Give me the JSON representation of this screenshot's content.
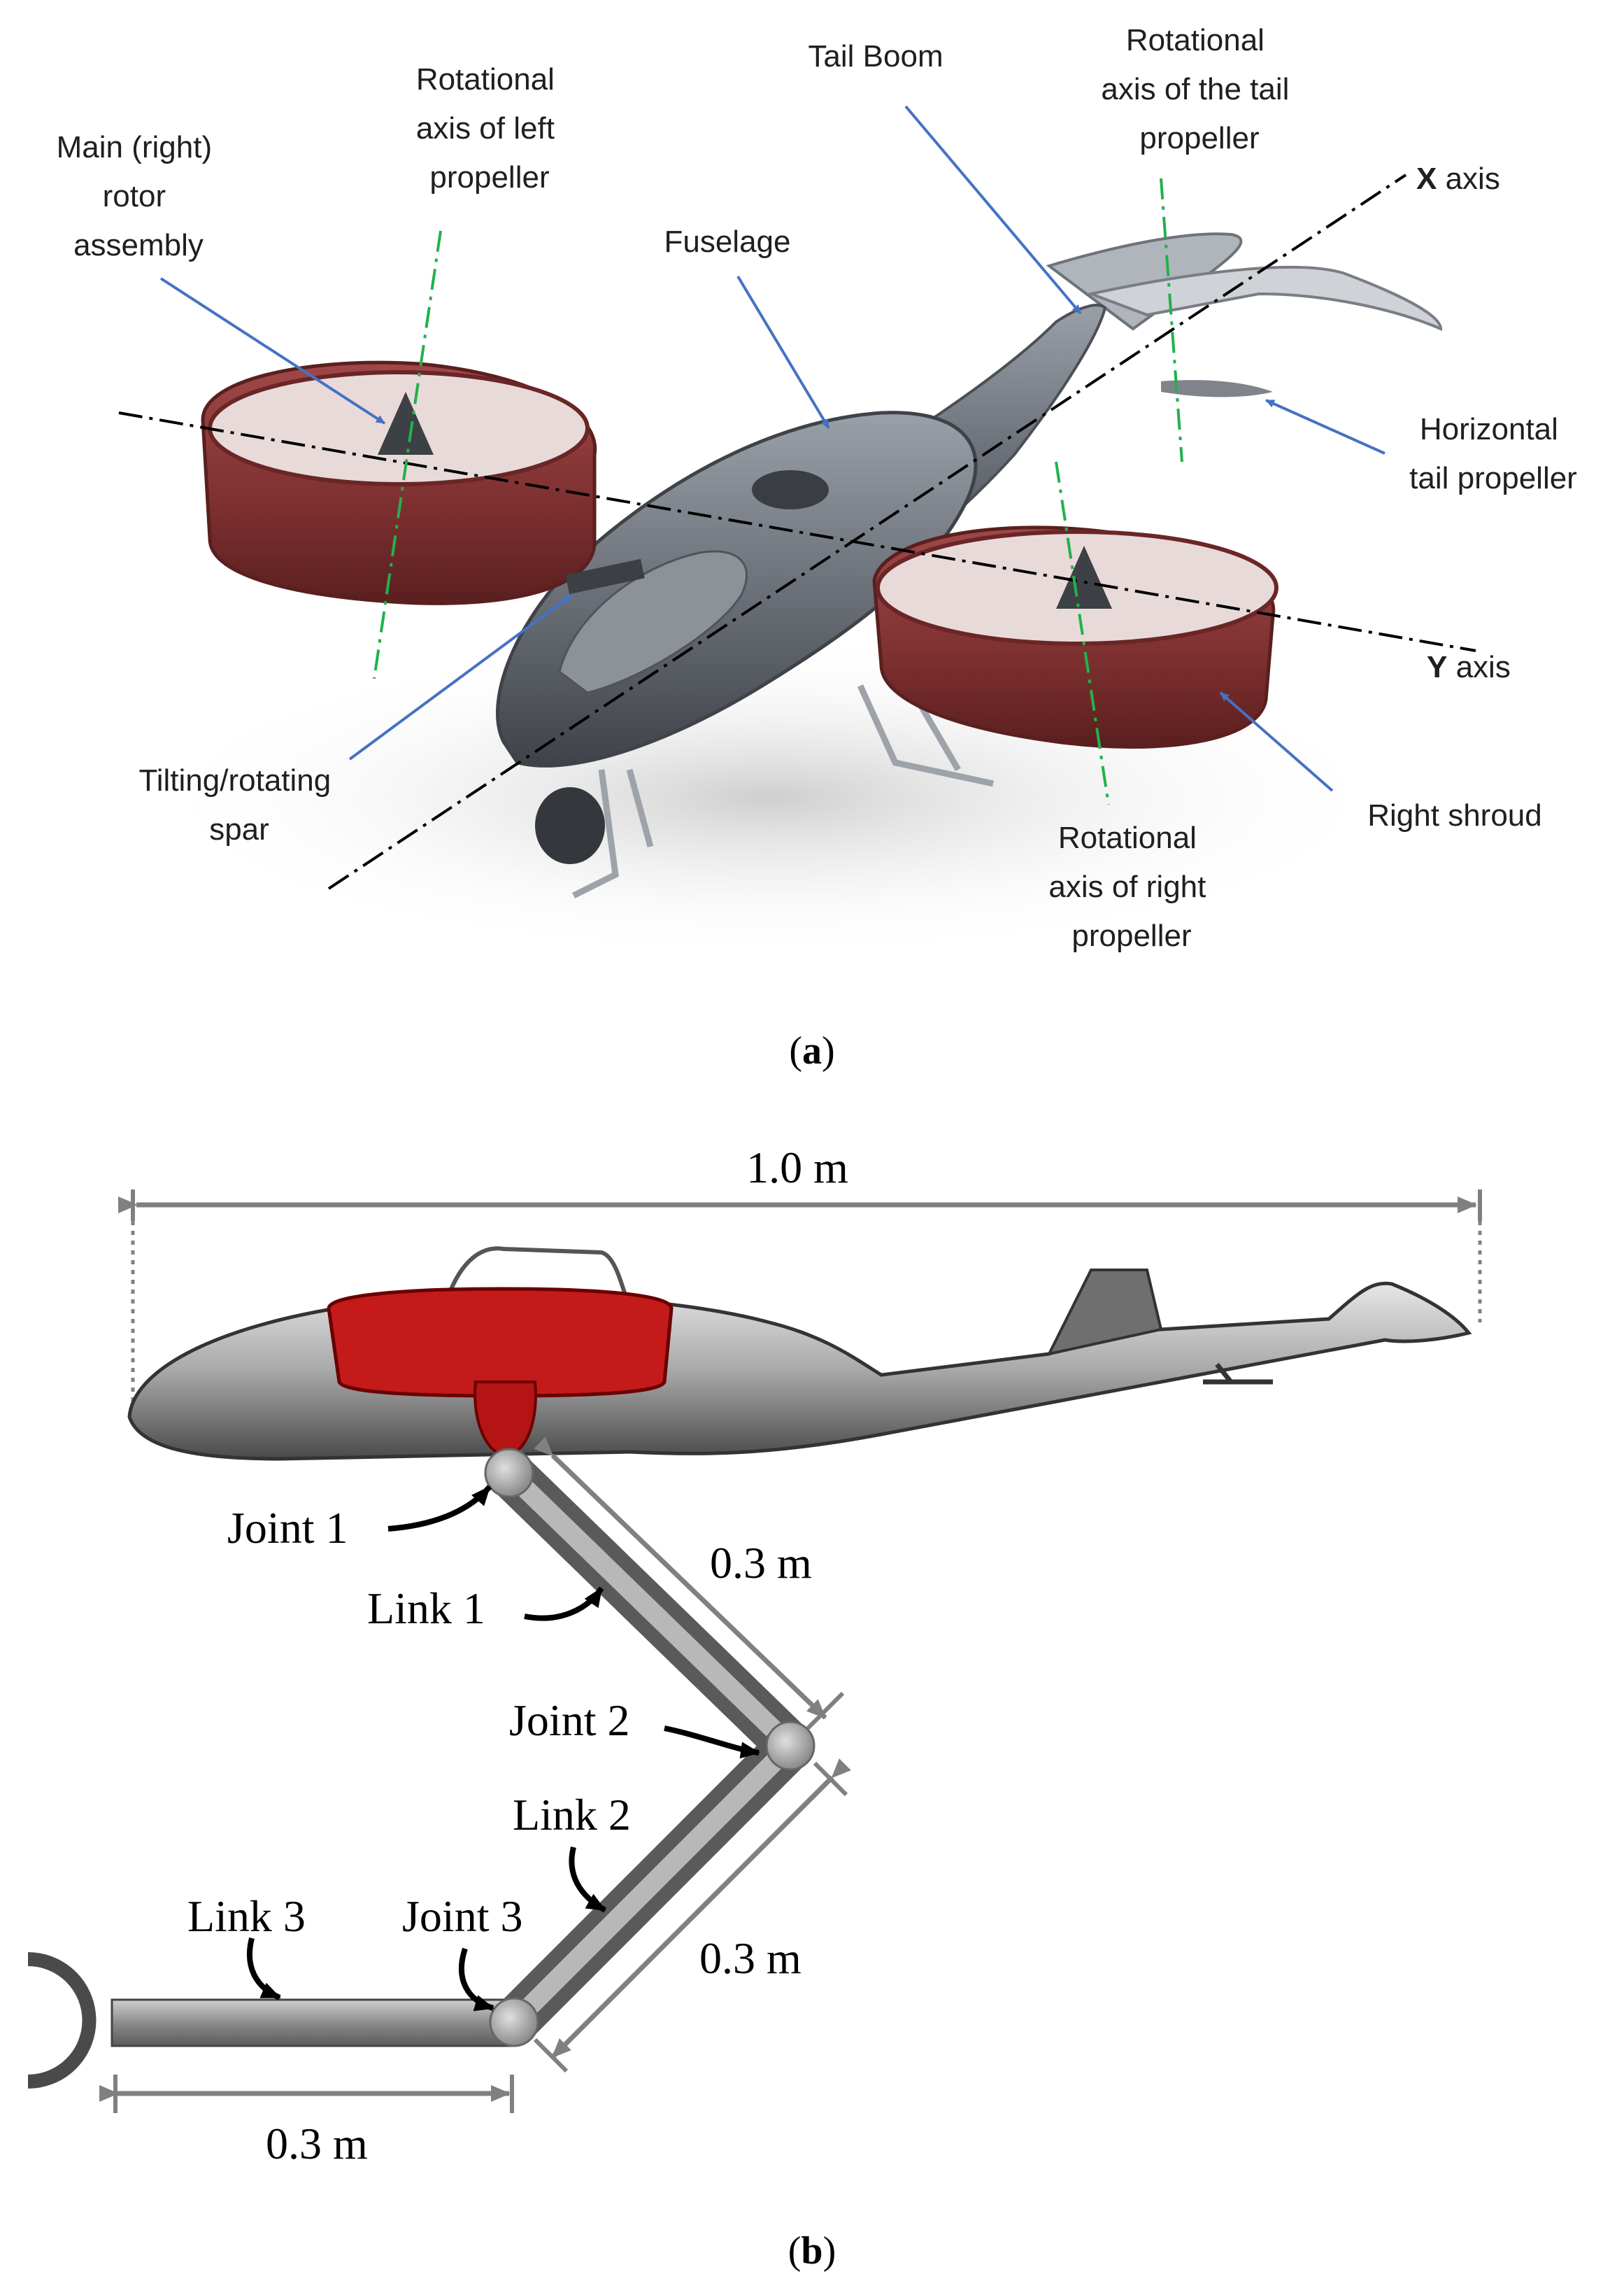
{
  "panel_a": {
    "caption_open": "(",
    "caption_letter": "a",
    "caption_close": ")",
    "labels": {
      "main_rotor": [
        "Main (right)",
        "rotor",
        "assembly"
      ],
      "left_axis": [
        "Rotational",
        "axis of left",
        "propeller"
      ],
      "fuselage": "Fuselage",
      "tail_boom": "Tail Boom",
      "tail_axis": [
        "Rotational",
        "axis of the tail",
        "propeller"
      ],
      "x_axis_bold": "X",
      "x_axis_rest": " axis",
      "y_axis_bold": "Y",
      "y_axis_rest": " axis",
      "horizontal_tail": [
        "Horizontal",
        "tail propeller"
      ],
      "tilting_spar": [
        "Tilting/rotating",
        "spar"
      ],
      "right_axis": [
        "Rotational",
        "axis of right",
        "propeller"
      ],
      "right_shroud": "Right shroud"
    }
  },
  "panel_b": {
    "caption_open": "(",
    "caption_letter": "b",
    "caption_close": ")",
    "span_label": "1.0 m",
    "link1_length": "0.3 m",
    "link2_length": "0.3 m",
    "link3_length": "0.3 m",
    "joint1": "Joint 1",
    "joint2": "Joint 2",
    "joint3": "Joint 3",
    "link1": "Link 1",
    "link2": "Link 2",
    "link3": "Link 3"
  },
  "colors": {
    "callout_arrow": "#4472c4",
    "axis_green": "#22b14c",
    "shroud_red": "#8b3a3a",
    "fuselage_grey": "#6f737a",
    "dimension_grey": "#808080",
    "link_grey": "#9a9a9a"
  }
}
